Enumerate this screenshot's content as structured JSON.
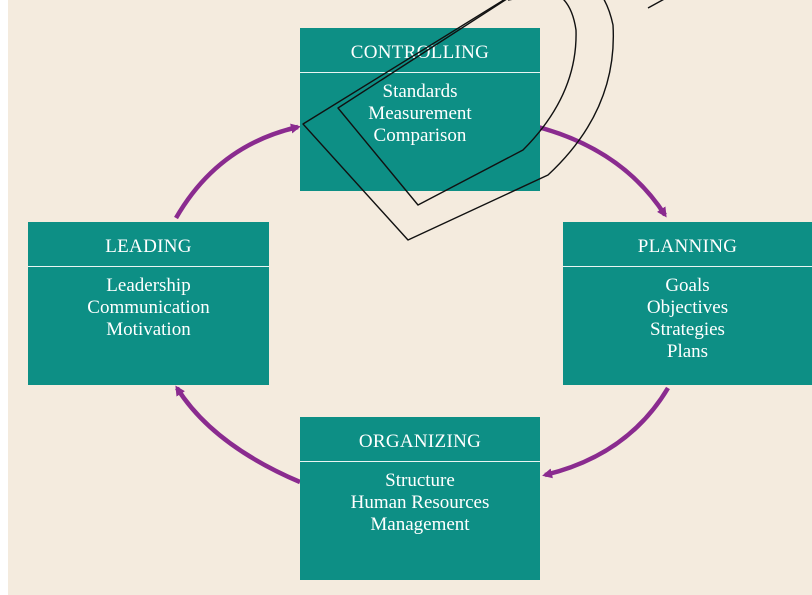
{
  "colors": {
    "background": "#f4ebde",
    "box_fill": "#0d8f85",
    "box_text": "#ffffff",
    "arrow": "#8a2b8f"
  },
  "boxes": {
    "controlling": {
      "title": "CONTROLLING",
      "items": [
        "Standards",
        "Measurement",
        "Comparison"
      ]
    },
    "planning": {
      "title": "PLANNING",
      "items": [
        "Goals",
        "Objectives",
        "Strategies",
        "Plans"
      ]
    },
    "organizing": {
      "title": "ORGANIZING",
      "items": [
        "Structure",
        "Human Resources",
        "Management"
      ]
    },
    "leading": {
      "title": "LEADING",
      "items": [
        "Leadership",
        "Communication",
        "Motivation"
      ]
    }
  },
  "cycle_order": [
    "controlling",
    "planning",
    "organizing",
    "leading"
  ]
}
